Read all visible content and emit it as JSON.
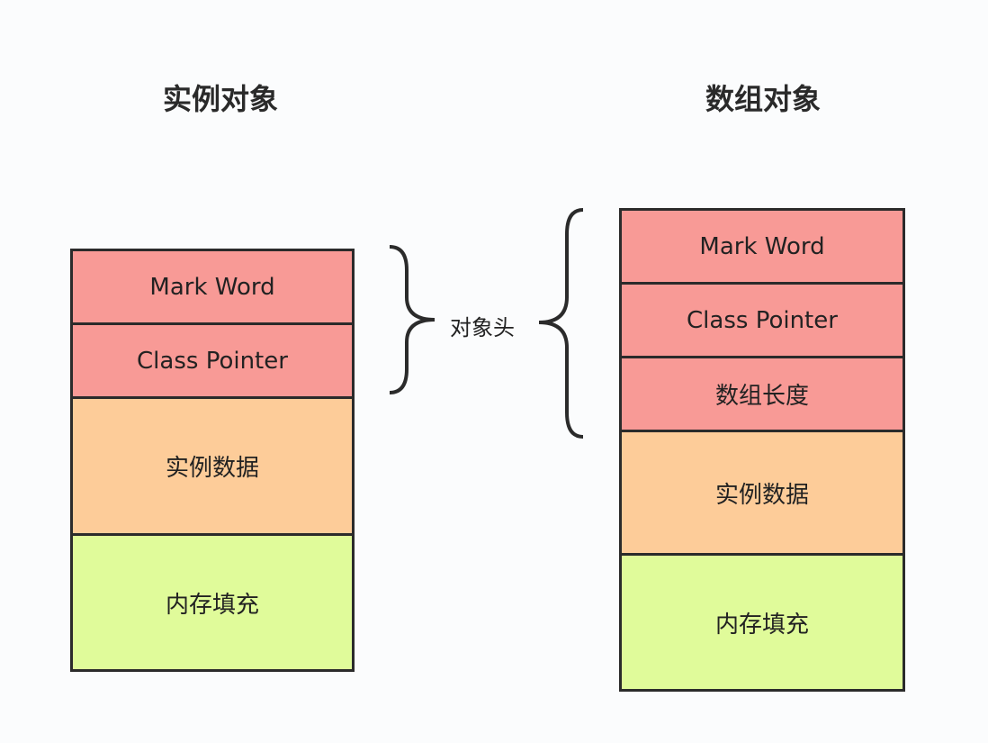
{
  "instance_object": {
    "title": "实例对象",
    "cells": [
      "Mark Word",
      "Class Pointer",
      "实例数据",
      "内存填充"
    ]
  },
  "array_object": {
    "title": "数组对象",
    "cells": [
      "Mark Word",
      "Class Pointer",
      "数组长度",
      "实例数据",
      "内存填充"
    ]
  },
  "header_label": "对象头",
  "colors": {
    "header": "#f89a96",
    "data": "#fdcc99",
    "padding": "#e0fb9a"
  }
}
